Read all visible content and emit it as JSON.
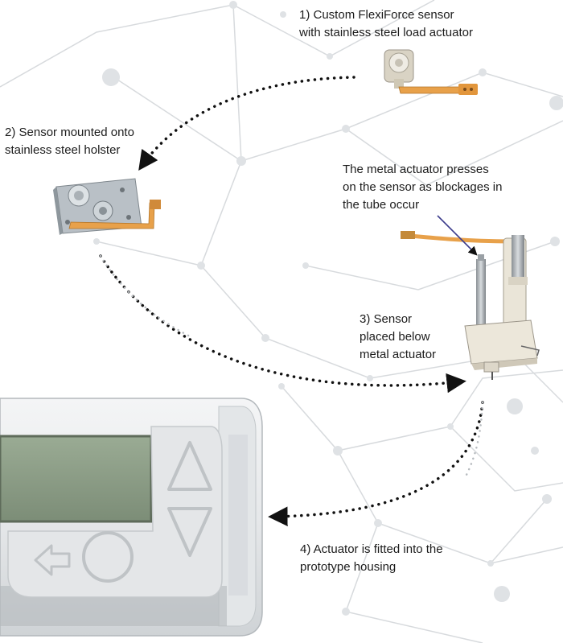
{
  "steps": [
    {
      "id": 1,
      "lines": [
        "1) Custom FlexiForce sensor",
        "with stainless steel load actuator"
      ]
    },
    {
      "id": 2,
      "lines": [
        "2) Sensor mounted onto",
        "stainless steel holster"
      ]
    },
    {
      "id": 3,
      "lines": [
        "3) Sensor",
        "placed below",
        "metal actuator"
      ]
    },
    {
      "id": 4,
      "lines": [
        "4) Actuator is fitted into the",
        "prototype housing"
      ]
    }
  ],
  "annotation": {
    "lines": [
      "The metal actuator presses",
      "on the sensor as blockages in",
      "the tube occur"
    ]
  },
  "colors": {
    "arrow": "#111111",
    "network": "#d5d8dc",
    "node": "#e1e3e6",
    "sensor_trace": "#e8a14a",
    "metal": "#b9c0c6",
    "screen": "#8fa08a",
    "pointer": "#3d3d8c"
  }
}
